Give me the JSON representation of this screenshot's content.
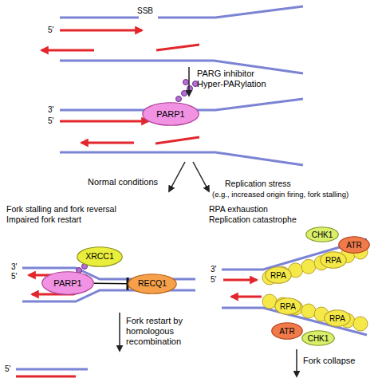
{
  "diagram": {
    "nodes": [
      {
        "text": [
          "PARP1"
        ]
      },
      {
        "text": [
          "XRCC1"
        ]
      },
      {
        "text": [
          "PARP1"
        ]
      },
      {
        "text": [
          "RECQ1"
        ]
      },
      {
        "text": [
          "CHK1"
        ]
      },
      {
        "text": [
          "ATR"
        ]
      },
      {
        "text": [
          "RPA"
        ]
      },
      {
        "text": [
          "RPA"
        ]
      },
      {
        "text": [
          "RPA"
        ]
      },
      {
        "text": [
          "RPA"
        ]
      },
      {
        "text": [
          "ATR"
        ]
      },
      {
        "text": [
          "CHK1"
        ]
      }
    ],
    "edges": [
      {
        "from": 2,
        "to": 3,
        "arrow": "to"
      }
    ],
    "labels": [
      "SSB",
      "5'",
      "PARG inhibitor Hyper-PARylation",
      "3'",
      "5'",
      "Normal conditions",
      "Replication stress",
      "(e.g., increased origin firing, fork stalling)",
      "Fork stalling and fork reversal",
      "Impaired fork restart",
      "RPA exhaustion",
      "Replication catastrophe",
      "3'",
      "5'",
      "3'",
      "5'",
      "Fork restart by homologous recombination",
      "Fork collapse",
      "5'"
    ]
  }
}
